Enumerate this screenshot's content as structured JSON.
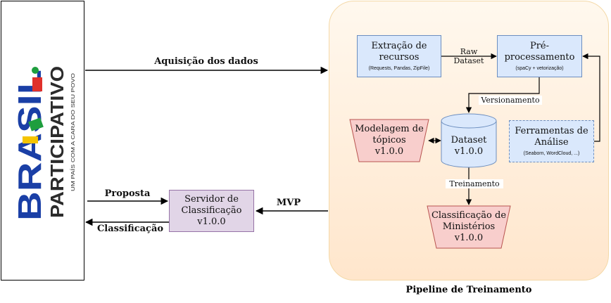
{
  "logo": {
    "brand_word": "BRASIL",
    "main_word": "PARTICIPATIVO",
    "tagline": "UM PAÍS COM A CARA DO SEU POVO"
  },
  "pipeline": {
    "label": "Pipeline de Treinamento"
  },
  "nodes": {
    "extracao": {
      "title": "Extração de recursos",
      "subtitle": "(Requests, Pandas, ZipFile)"
    },
    "preprocessamento": {
      "title": "Pré-processamento",
      "subtitle": "(spaCy + vetorização)"
    },
    "dataset": {
      "line1": "Dataset",
      "line2": "v1.0.0"
    },
    "modelagem": {
      "line1": "Modelagem de",
      "line2": "tópicos",
      "line3": "v1.0.0"
    },
    "ferramentas": {
      "title": "Ferramentas de Análise",
      "subtitle": "(Seaborn, WordCloud, ...)"
    },
    "classificacao": {
      "line1": "Classificação de",
      "line2": "Ministérios",
      "line3": "v1.0.0"
    },
    "servidor": {
      "line1": "Servidor de",
      "line2": "Classificação",
      "line3": "v1.0.0"
    }
  },
  "edges": {
    "aquisicao": "Aquisição dos dados",
    "raw_dataset_1": "Raw",
    "raw_dataset_2": "Dataset",
    "versionamento": "Versionamento",
    "treinamento": "Treinamento",
    "mvp": "MVP",
    "proposta": "Proposta",
    "classificacao_out": "Classificação"
  },
  "colors": {
    "blue_fill": "#dae8fc",
    "blue_stroke": "#6c8ebf",
    "red_fill": "#f8cecc",
    "red_stroke": "#b85450",
    "purple_fill": "#e1d5e7",
    "purple_stroke": "#9673a6",
    "pipeline_top": "#fff8ee",
    "pipeline_bottom": "#ffe6cc",
    "pipeline_stroke": "#f4d9a8",
    "logo_blue": "#1a3fa6",
    "logo_green": "#1e9e3e",
    "logo_yellow": "#f5c400",
    "logo_red": "#e0302b",
    "logo_dark": "#2b2b2b"
  }
}
